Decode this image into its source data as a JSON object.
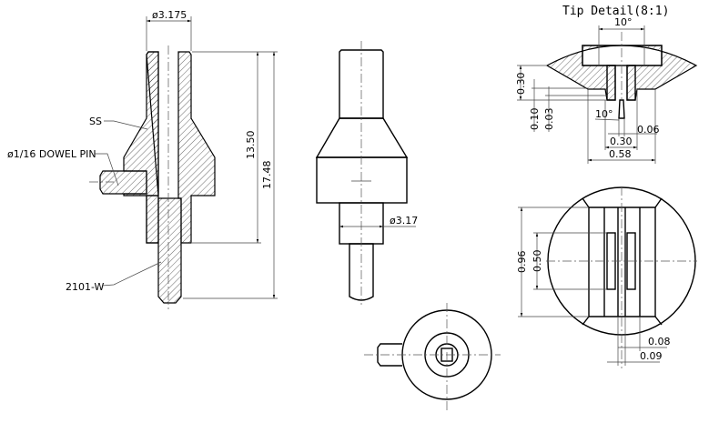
{
  "detail_title": "Tip Detail(8:1)",
  "section_view": {
    "dim_top_diameter": "ø3.175",
    "dim_body_length": "13.50",
    "dim_overall_length": "17.48",
    "label_body_material": "SS",
    "label_dowel_pin": "ø1/16 DOWEL PIN",
    "label_insert": "2101-W"
  },
  "side_view": {
    "dim_step_diameter": "ø3.17"
  },
  "tip_detail": {
    "angle_top": "10°",
    "angle_tip": "10°",
    "dim_030_v": "0.30",
    "dim_010": "0.10",
    "dim_003": "0.03",
    "dim_006": "0.06",
    "dim_030_h": "0.30",
    "dim_058": "0.58"
  },
  "end_detail": {
    "dim_096": "0.96",
    "dim_050": "0.50",
    "dim_008": "0.08",
    "dim_009": "0.09"
  }
}
